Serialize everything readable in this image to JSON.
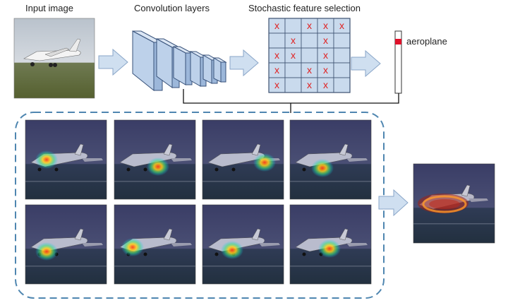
{
  "labels": {
    "input_image": "Input image",
    "convolution_layers": "Convolution layers",
    "feature_selection": "Stochastic feature selection",
    "class_label": "aeroplane"
  },
  "selection_grid": {
    "rows": 5,
    "cols": 5,
    "mark": "x",
    "cells": [
      [
        1,
        0,
        1,
        1,
        1
      ],
      [
        0,
        1,
        0,
        1,
        0
      ],
      [
        1,
        1,
        0,
        1,
        0
      ],
      [
        1,
        0,
        1,
        1,
        0
      ],
      [
        1,
        0,
        1,
        1,
        0
      ]
    ]
  },
  "heatmap_grid": {
    "rows": 2,
    "cols": 4,
    "cell_count": 8
  },
  "colors": {
    "block_fill": "#bdd1ea",
    "block_stroke": "#38527a",
    "arrow_fill": "#cfdff0",
    "arrow_stroke": "#8aa6c8",
    "grid_fill": "#c9daed",
    "mark": "#e02020",
    "dashed_box": "#4f86b0",
    "vector_fill": "#e0102a",
    "photo_bg": "#2c2f52",
    "heat_hot": "#ff3d1a",
    "heat_cool": "#00c8ff"
  }
}
